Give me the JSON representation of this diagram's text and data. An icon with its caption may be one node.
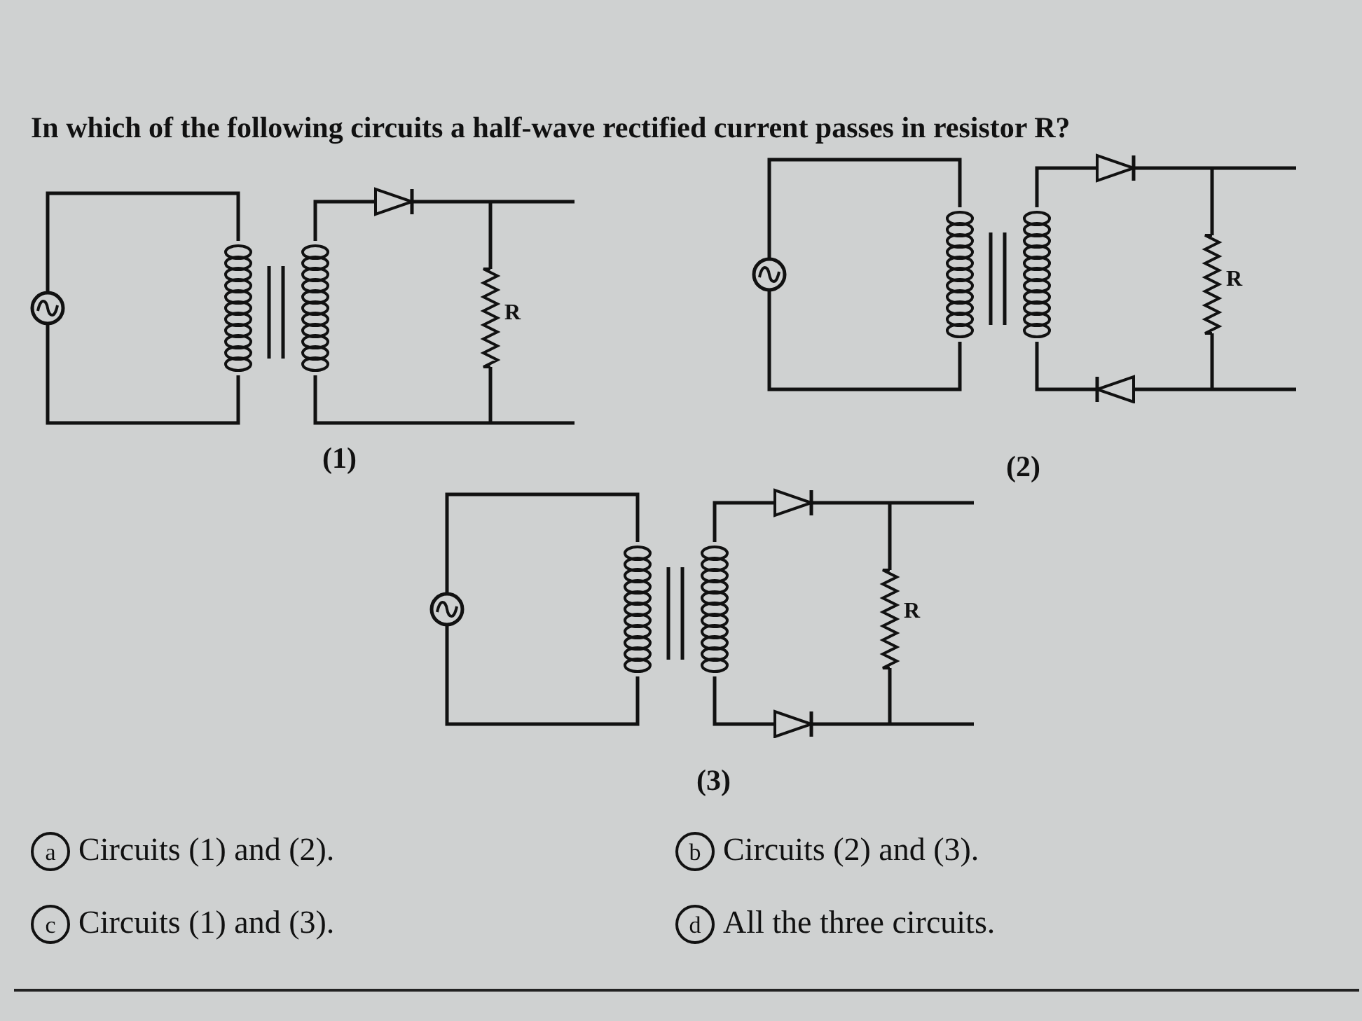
{
  "diagram": {
    "title": "In which of the following circuits a half-wave rectified current passes in resistor R?",
    "labels": [
      "R",
      "(1)",
      "R",
      "(2)",
      "R",
      "(3)",
      "a",
      "Circuits (1) and (2).",
      "b",
      "Circuits (2) and (3).",
      "c",
      "Circuits (1) and (3).",
      "d",
      "All the three circuits."
    ]
  }
}
